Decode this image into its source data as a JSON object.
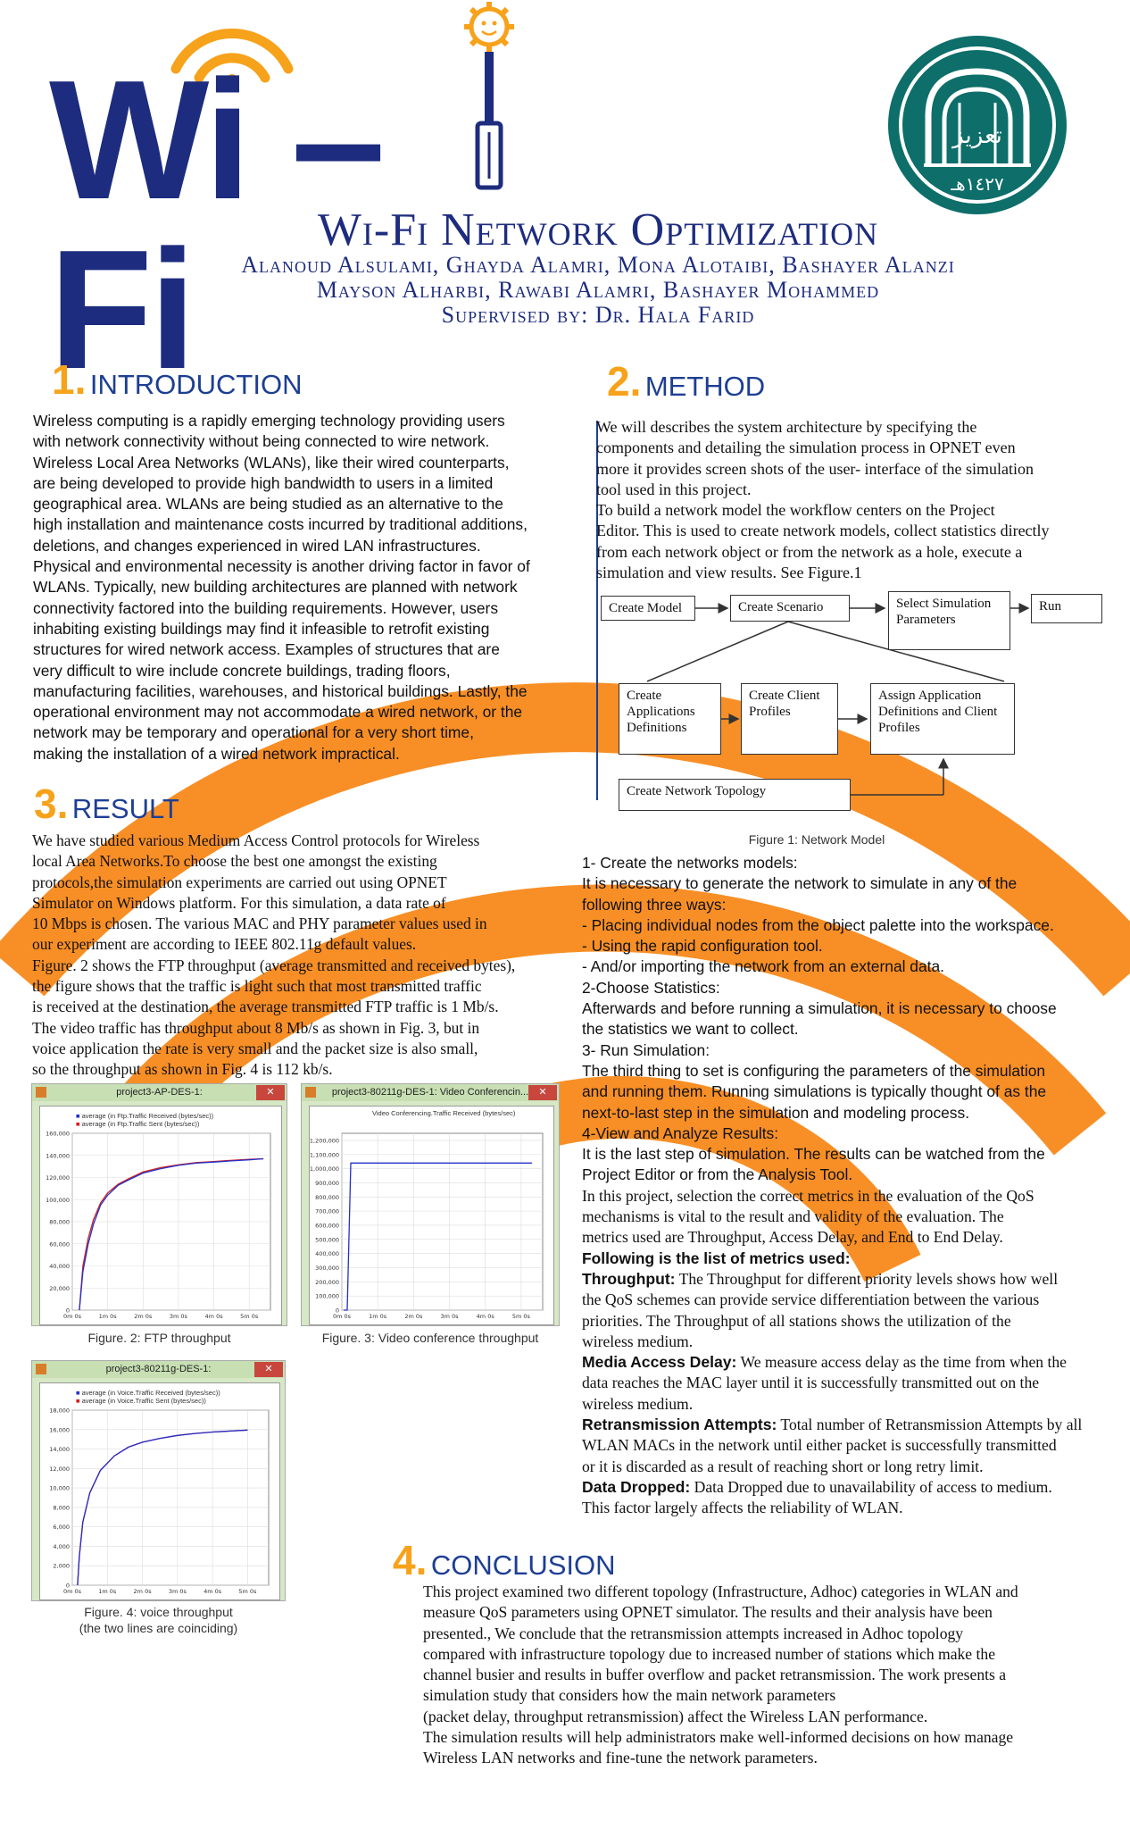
{
  "logo": {
    "wordmark": "Wi – Fi"
  },
  "header": {
    "title": "Wi-Fi Network Optimization",
    "authors_line1": "Alanoud Alsulami, Ghayda Alamri, Mona Alotaibi, Bashayer Alanzi",
    "authors_line2": "Mayson Alharbi, Rawabi Alamri, Bashayer Mohammed",
    "supervisor": "Supervised by: Dr. Hala Farid",
    "seal_text": "تعزيز",
    "seal_year": "١٤٢٧هـ"
  },
  "colors": {
    "navy": "#1d2c7e",
    "orange": "#f7a21b",
    "arc_orange": "#f8891a",
    "teal": "#0d6e6a"
  },
  "introduction": {
    "number": "1.",
    "title": "INTRODUCTION",
    "lines": [
      "Wireless computing is a rapidly emerging technology providing users",
      "with network connectivity without being connected to wire network.",
      "Wireless Local Area Networks (WLANs), like their wired counterparts,",
      "are being developed to provide high bandwidth to users in a limited",
      "geographical area. WLANs are being studied as an alternative to the",
      "high installation and maintenance costs incurred by traditional additions,",
      " deletions, and changes experienced in wired LAN infrastructures.",
      "Physical and environmental necessity is another driving factor in favor of",
      " WLANs. Typically, new building architectures are planned with network",
      "connectivity factored into the building requirements. However, users",
      " inhabiting existing buildings may find it infeasible to retrofit existing",
      "structures for wired network access. Examples of structures that are",
      " very difficult to wire include concrete buildings, trading floors,",
      "manufacturing facilities, warehouses, and historical buildings. Lastly, the",
      "operational environment may not accommodate a wired network, or the",
      " network may be temporary and operational for a very short time,",
      " making the installation of a wired network impractical."
    ]
  },
  "method": {
    "number": "2.",
    "title": "METHOD",
    "lines": [
      "We will describes the system architecture by specifying the",
      "components and detailing the simulation process in OPNET even",
      "more it provides screen shots of the user- interface of the simulation",
      "tool used in this project.",
      "To build a network model the workflow centers on the Project",
      "Editor. This is used to create network models, collect statistics directly",
      " from each network object or from the network as a hole, execute a",
      "simulation and view results. See Figure.1"
    ],
    "flow": {
      "create_model": "Create Model",
      "create_scenario": "Create Scenario",
      "select_params": "Select Simulation Parameters",
      "run": "Run",
      "create_app_defs": "Create Applications Definitions",
      "create_client_profiles": "Create Client Profiles",
      "assign_app": "Assign Application Definitions and Client Profiles",
      "create_topology": "Create Network Topology"
    },
    "figure1_caption": "Figure 1: Network Model",
    "steps": [
      {
        "kind": "h",
        "text": "1- Create the networks models:"
      },
      {
        "kind": "p",
        "text": " It is necessary to generate the network to simulate in any of the"
      },
      {
        "kind": "p",
        "text": "following three ways:"
      },
      {
        "kind": "p",
        "text": "-  Placing individual nodes from the object palette into the workspace."
      },
      {
        "kind": "p",
        "text": "-  Using the rapid configuration tool."
      },
      {
        "kind": "p",
        "text": "-  And/or importing the network from an external data."
      },
      {
        "kind": "h",
        "text": "2-Choose Statistics:"
      },
      {
        "kind": "p",
        "text": "Afterwards and before running a simulation, it is necessary to choose"
      },
      {
        "kind": "p",
        "text": "the statistics we want to collect."
      },
      {
        "kind": "h",
        "text": "3- Run Simulation:"
      },
      {
        "kind": "p",
        "text": "The third thing to set is configuring the parameters of the simulation"
      },
      {
        "kind": "p",
        "text": "and running them. Running simulations is typically thought of as the"
      },
      {
        "kind": "p",
        "text": "next-to-last step in the simulation and modeling process."
      },
      {
        "kind": "h",
        "text": "4-View and Analyze Results:"
      },
      {
        "kind": "p",
        "text": "It is the last step of simulation. The results can be watched from the"
      },
      {
        "kind": "p",
        "text": "Project Editor or from the Analysis Tool."
      }
    ],
    "metrics_lines": [
      "In this project, selection the correct metrics in the evaluation of the QoS",
      "mechanisms is vital to the result and validity of the evaluation. The",
      "metrics used are Throughput, Access Delay, and End to End Delay."
    ],
    "metrics_heading": "Following is the list of metrics used:",
    "metrics": [
      {
        "term": "Throughput:",
        "lines": [
          " The Throughput for different priority levels shows how well",
          "the QoS schemes can provide service differentiation between the various",
          "priorities. The Throughput of all stations shows the utilization of the",
          "wireless medium."
        ]
      },
      {
        "term": "Media Access Delay:",
        "lines": [
          " We measure access delay as the time from when the",
          " data reaches the MAC layer until it is successfully transmitted out on the",
          "  wireless medium."
        ]
      },
      {
        "term": "Retransmission Attempts:",
        "lines": [
          " Total number of Retransmission Attempts by all",
          "WLAN MACs in the network until either packet is successfully transmitted",
          "or it is discarded as a result of reaching short or long retry limit."
        ]
      },
      {
        "term": "Data Dropped:",
        "lines": [
          " Data Dropped due to unavailability of access to medium.",
          "This factor largely affects the reliability of WLAN."
        ]
      }
    ]
  },
  "result": {
    "number": "3.",
    "title": "RESULT",
    "lines": [
      "We have studied various Medium Access Control protocols for Wireless",
      "local Area Networks.To choose the best one amongst the existing",
      " protocols,the simulation experiments are carried out using OPNET",
      "Simulator on Windows platform. For this simulation, a data rate of",
      "10 Mbps is chosen. The various MAC and PHY parameter values used in",
      "our experiment are according to IEEE 802.11g default values.",
      "Figure. 2 shows the FTP throughput (average transmitted and received bytes),",
      " the figure shows that the traffic is light such that most transmitted traffic",
      "is received at the destination, the average transmitted FTP traffic is 1 Mb/s.",
      "The video traffic has throughput about 8 Mb/s as shown in Fig. 3, but in",
      "voice application the rate is very small and the packet size is also small,",
      " so the throughput as shown in Fig. 4 is 112 kb/s."
    ],
    "fig2_caption": "Figure. 2: FTP throughput",
    "fig3_caption": "Figure. 3: Video conference throughput",
    "fig4_caption_line1": "Figure. 4: voice throughput",
    "fig4_caption_line2": "(the two lines are coinciding)"
  },
  "conclusion": {
    "number": "4.",
    "title": "CONCLUSION",
    "lines": [
      "This project examined two different topology (Infrastructure, Adhoc) categories in WLAN and",
      "measure QoS parameters using OPNET simulator. The results and their analysis have been",
      " presented., We conclude that the retransmission attempts increased in Adhoc topology",
      "compared with infrastructure topology due to increased number of stations which make the",
      " channel busier and results in buffer overflow and packet retransmission. The work presents a",
      "simulation study that considers how the main network parameters",
      "(packet delay, throughput retransmission) affect the Wireless LAN performance.",
      " The simulation results will help administrators make well-informed decisions on how manage",
      "Wireless LAN networks and fine-tune the network parameters."
    ]
  },
  "chart_data": [
    {
      "type": "line",
      "window_title": "project3-AP-DES-1:",
      "legend": [
        "average (in Ftp.Traffic Received (bytes/sec))",
        "average (in Ftp.Traffic Sent (bytes/sec))"
      ],
      "series_colors": [
        "#2430c8",
        "#d21c1c"
      ],
      "x_ticks": [
        "0m 0s",
        "1m 0s",
        "2m 0s",
        "3m 0s",
        "4m 0s",
        "5m 0s"
      ],
      "y_ticks": [
        "0",
        "20,000",
        "40,000",
        "60,000",
        "80,000",
        "100,000",
        "120,000",
        "140,000",
        "160,000"
      ],
      "xlim": [
        0,
        5.6
      ],
      "ylim": [
        0,
        160000
      ],
      "series": [
        {
          "x": [
            0.2,
            0.3,
            0.45,
            0.6,
            0.8,
            1.0,
            1.3,
            1.6,
            2.0,
            2.5,
            3.0,
            3.5,
            4.0,
            4.5,
            5.0,
            5.4
          ],
          "y": [
            0,
            35000,
            60000,
            78000,
            95000,
            104000,
            113000,
            118000,
            124000,
            128000,
            131000,
            133000,
            134000,
            135000,
            136000,
            137000
          ]
        },
        {
          "x": [
            0.2,
            0.3,
            0.45,
            0.6,
            0.8,
            1.0,
            1.3,
            1.6,
            2.0,
            2.5,
            3.0,
            3.5,
            4.0,
            4.5,
            5.0,
            5.4
          ],
          "y": [
            0,
            40000,
            65000,
            82000,
            97000,
            106000,
            114000,
            119000,
            125000,
            129000,
            131500,
            133500,
            134500,
            135500,
            136500,
            137000
          ]
        }
      ]
    },
    {
      "type": "line",
      "window_title": "project3-80211g-DES-1: Video Conferencin...",
      "plot_title": "Video Conferencing.Traffic Received (bytes/sec)",
      "series_colors": [
        "#2430c8"
      ],
      "x_ticks": [
        "0m 0s",
        "1m 0s",
        "2m 0s",
        "3m 0s",
        "4m 0s",
        "5m 0s"
      ],
      "y_ticks": [
        "0",
        "100,000",
        "200,000",
        "300,000",
        "400,000",
        "500,000",
        "600,000",
        "700,000",
        "800,000",
        "900,000",
        "1,000,000",
        "1,100,000",
        "1,200,000"
      ],
      "xlim": [
        0,
        5.6
      ],
      "ylim": [
        0,
        1250000
      ],
      "series": [
        {
          "x": [
            0.05,
            0.15,
            0.25,
            1.0,
            2.0,
            3.0,
            4.0,
            5.0,
            5.3
          ],
          "y": [
            0,
            0,
            1040000,
            1040000,
            1040000,
            1040000,
            1040000,
            1040000,
            1040000
          ]
        }
      ]
    },
    {
      "type": "line",
      "window_title": "project3-80211g-DES-1:",
      "legend": [
        "average (in Voice.Traffic Received (bytes/sec))",
        "average (in Voice.Traffic Sent (bytes/sec))"
      ],
      "series_colors": [
        "#2430c8",
        "#d21c1c"
      ],
      "x_ticks": [
        "0m 0s",
        "1m 0s",
        "2m 0s",
        "3m 0s",
        "4m 0s",
        "5m 0s"
      ],
      "y_ticks": [
        "0",
        "2,000",
        "4,000",
        "6,000",
        "8,000",
        "10,000",
        "12,000",
        "14,000",
        "16,000",
        "18,000"
      ],
      "xlim": [
        0,
        5.6
      ],
      "ylim": [
        0,
        18000
      ],
      "series": [
        {
          "x": [
            0.15,
            0.2,
            0.3,
            0.5,
            0.8,
            1.2,
            1.6,
            2.0,
            2.5,
            3.0,
            3.5,
            4.0,
            4.5,
            5.0
          ],
          "y": [
            0,
            3000,
            6500,
            9500,
            11800,
            13300,
            14200,
            14700,
            15100,
            15400,
            15600,
            15750,
            15850,
            15950
          ]
        },
        {
          "x": [
            0.15,
            0.2,
            0.3,
            0.5,
            0.8,
            1.2,
            1.6,
            2.0,
            2.5,
            3.0,
            3.5,
            4.0,
            4.5,
            5.0
          ],
          "y": [
            0,
            3000,
            6500,
            9500,
            11800,
            13300,
            14200,
            14700,
            15100,
            15400,
            15600,
            15750,
            15850,
            15950
          ]
        }
      ]
    }
  ]
}
